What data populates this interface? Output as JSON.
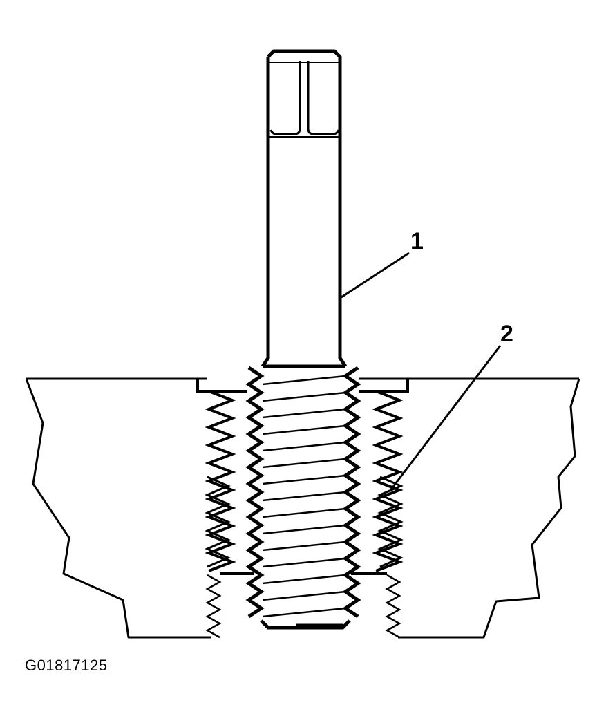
{
  "diagram": {
    "figure_id": "G01817125",
    "callouts": [
      {
        "label": "1",
        "target": "thread-tap"
      },
      {
        "label": "2",
        "target": "thread-insert"
      }
    ],
    "colors": {
      "line": "#000000",
      "background": "#ffffff"
    }
  }
}
